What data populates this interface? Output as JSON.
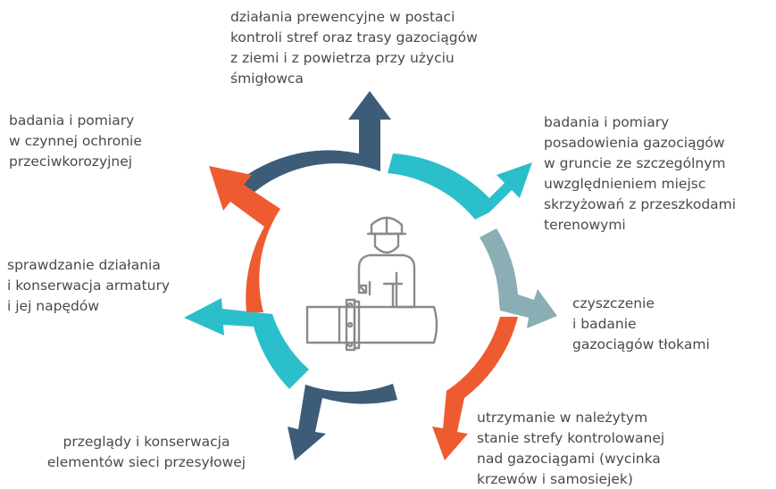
{
  "colors": {
    "dark_blue": "#3d5c78",
    "teal": "#2bbfcb",
    "grey_teal": "#8aaeb3",
    "orange": "#ef5b30",
    "text": "#4a4a4a",
    "icon_stroke": "#8a8a8a"
  },
  "center_icon": "pipeline-worker-icon",
  "items": [
    {
      "id": "top",
      "color": "dark_blue",
      "lines": [
        "działania prewencyjne w postaci",
        "kontroli stref oraz trasy gazociągów",
        "z ziemi i z powietrza przy użyciu",
        "śmigłowca"
      ]
    },
    {
      "id": "upper-right",
      "color": "teal",
      "lines": [
        "badania i pomiary",
        "posadowienia gazociągów",
        "w gruncie ze szczególnym",
        "uwzględnieniem miejsc",
        "skrzyżowań z przeszkodami",
        "terenowymi"
      ]
    },
    {
      "id": "right",
      "color": "grey_teal",
      "lines": [
        "czyszczenie",
        "i badanie",
        "gazociągów tłokami"
      ]
    },
    {
      "id": "lower-right",
      "color": "orange",
      "lines": [
        "utrzymanie w należytym",
        "stanie strefy kontrolowanej",
        "nad gazociągami (wycinka",
        "krzewów i samosiejek)"
      ]
    },
    {
      "id": "lower-left",
      "color": "dark_blue",
      "lines": [
        "przeglądy i konserwacja",
        "elementów sieci przesyłowej"
      ]
    },
    {
      "id": "left",
      "color": "teal",
      "lines": [
        "sprawdzanie działania",
        "i konserwacja armatury",
        "i jej napędów"
      ]
    },
    {
      "id": "upper-left",
      "color": "orange",
      "lines": [
        "badania i pomiary",
        "w czynnej ochronie",
        "przeciwkorozyjnej"
      ]
    }
  ]
}
